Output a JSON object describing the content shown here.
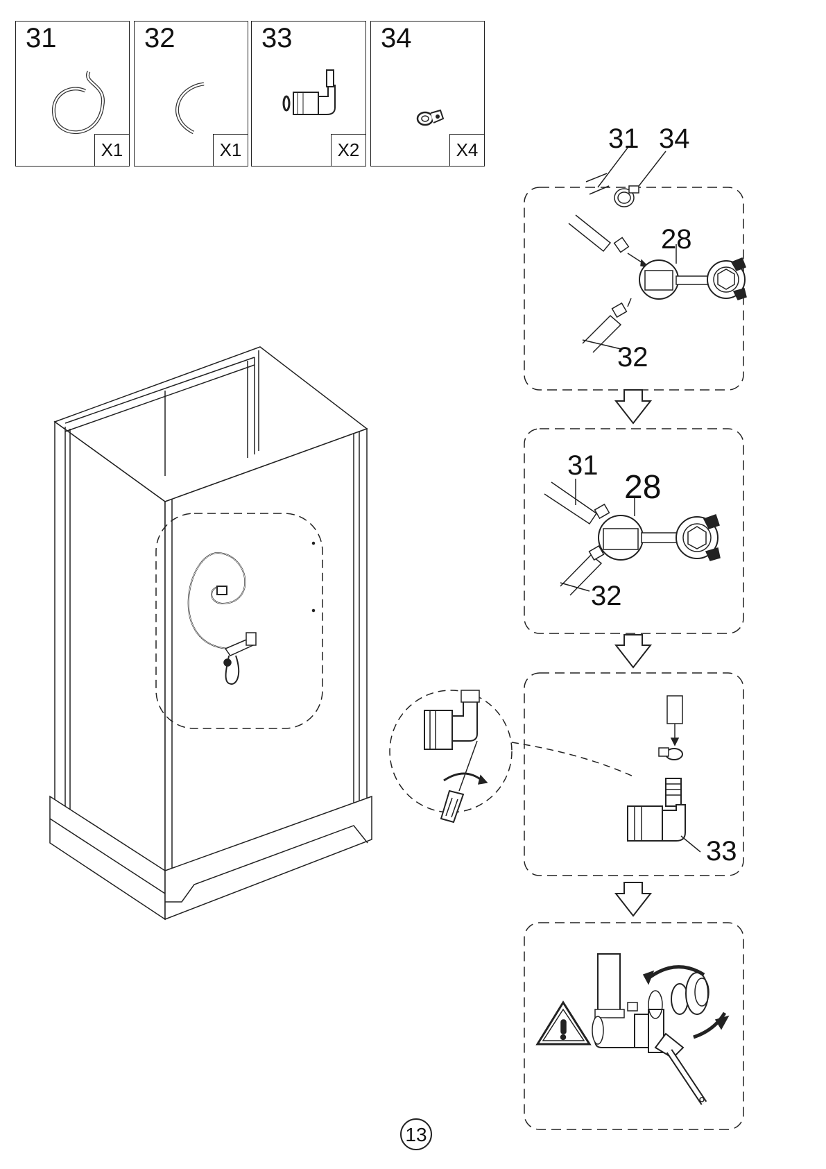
{
  "parts": [
    {
      "number": "31",
      "quantity": "X1",
      "icon": "hose-coil-icon"
    },
    {
      "number": "32",
      "quantity": "X1",
      "icon": "hose-curve-icon"
    },
    {
      "number": "33",
      "quantity": "X2",
      "icon": "elbow-connector-icon"
    },
    {
      "number": "34",
      "quantity": "X4",
      "icon": "hose-clamp-icon"
    }
  ],
  "step1": {
    "label_a": "31",
    "label_b": "34",
    "label_c": "28",
    "label_d": "32"
  },
  "step2": {
    "label_a": "31",
    "label_b": "28",
    "label_c": "32"
  },
  "step3": {
    "label_a": "33"
  },
  "page_number": "13"
}
